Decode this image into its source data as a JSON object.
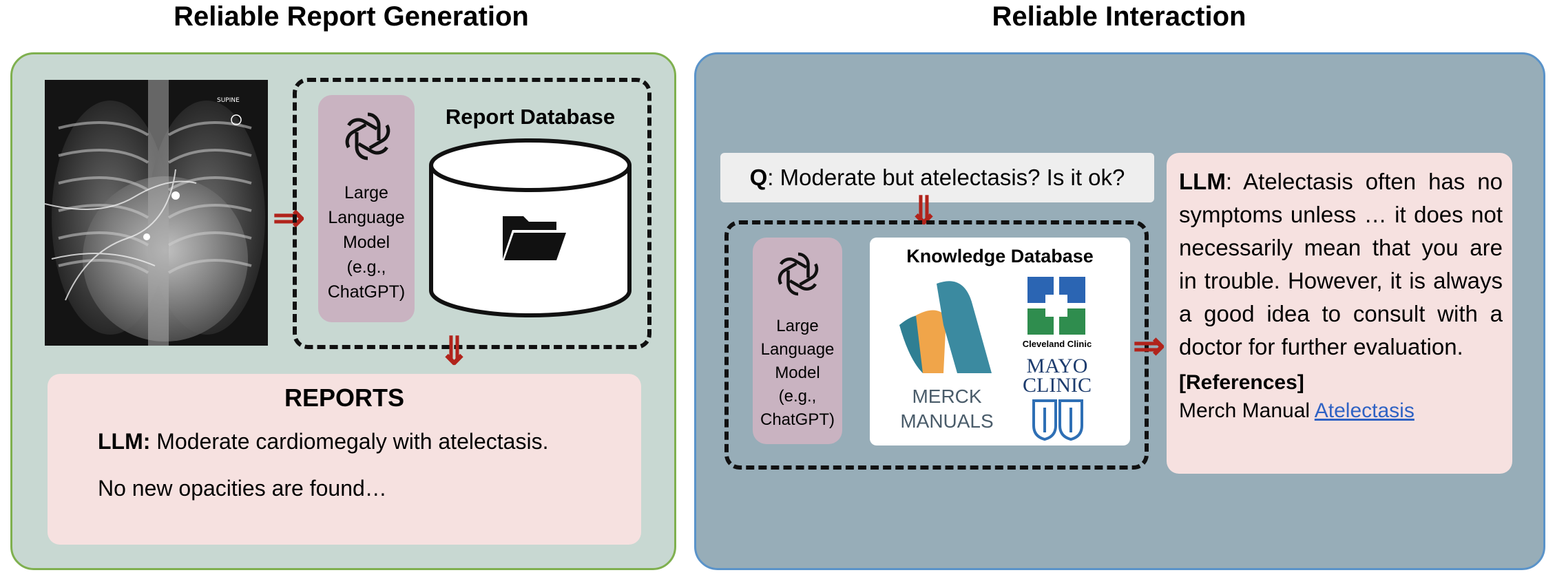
{
  "left_panel": {
    "title": "Reliable Report Generation",
    "xray_label": "SUPINE",
    "llm": {
      "line1": "Large",
      "line2": "Language",
      "line3": "Model",
      "line4": "(e.g.,",
      "line5": "ChatGPT)"
    },
    "database_label": "Report Database",
    "reports": {
      "heading": "REPORTS",
      "line1_prefix": "LLM:",
      "line1_text": " Moderate cardiomegaly with atelectasis.",
      "line2": "No new opacities are found…"
    }
  },
  "right_panel": {
    "title": "Reliable Interaction",
    "question_prefix": "Q",
    "question_text": ": Moderate but atelectasis? Is it ok?",
    "llm": {
      "line1": "Large",
      "line2": "Language",
      "line3": "Model",
      "line4": "(e.g.,",
      "line5": "ChatGPT)"
    },
    "knowledge_label": "Knowledge Database",
    "merck": {
      "line1": "MERCK",
      "line2": "MANUALS"
    },
    "cleveland": "Cleveland Clinic",
    "mayo": {
      "line1": "MAYO",
      "line2": "CLINIC"
    },
    "answer": {
      "prefix": "LLM",
      "text": ": Atelectasis often has no symptoms unless … it does not necessarily mean that you are in trouble. However, it is always a good idea to consult with a doctor for further evaluation.",
      "references_label": "[References]",
      "ref_text": "Merch Manual ",
      "ref_link": "Atelectasis"
    }
  },
  "colors": {
    "left_panel_bg": "#c8d8d2",
    "left_panel_border": "#7fb04f",
    "right_panel_bg": "#97adb8",
    "right_panel_border": "#5a93c9",
    "llm_box": "#c9b3c1",
    "pink_box": "#f6e1e0",
    "arrow": "#b1231b",
    "link": "#2f62c4"
  },
  "icons": {
    "openai": "openai-logo-icon",
    "folder": "folder-open-icon",
    "merck": "merck-manuals-logo",
    "cleveland": "cleveland-clinic-logo",
    "mayo": "mayo-clinic-shield-logo"
  }
}
